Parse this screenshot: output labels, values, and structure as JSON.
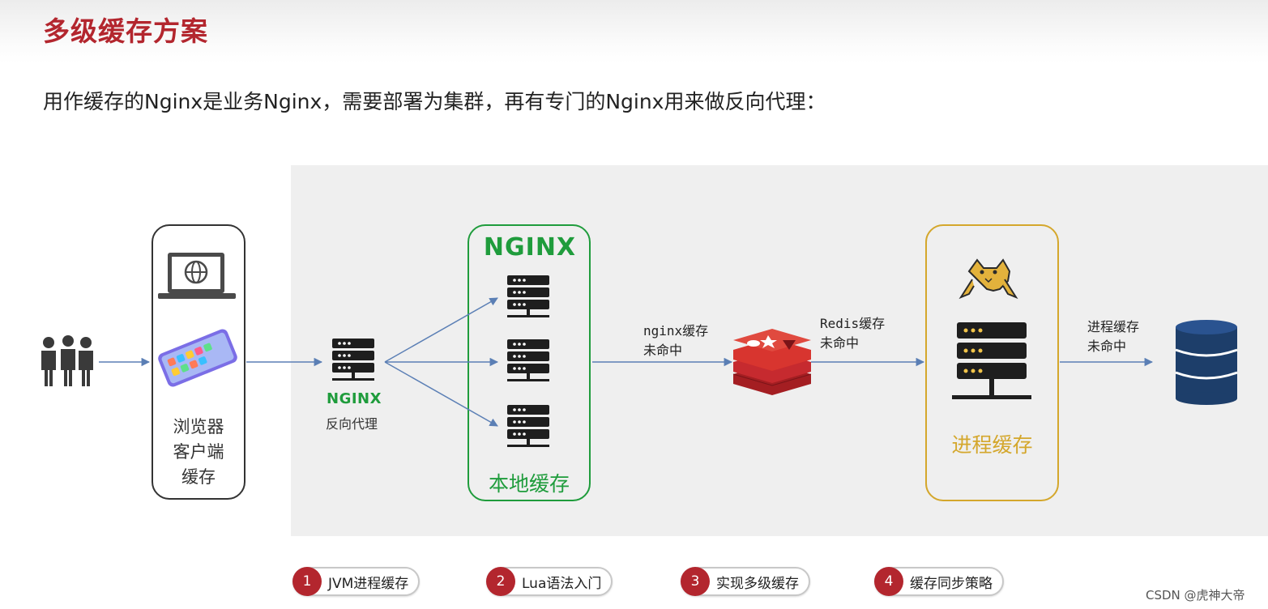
{
  "page": {
    "title": "多级缓存方案",
    "subtitle": "用作缓存的Nginx是业务Nginx，需要部署为集群，再有专门的Nginx用来做反向代理："
  },
  "diagram": {
    "browser_label": "浏览器\n客户端\n缓存",
    "proxy_logo": "NGINX",
    "proxy_label": "反向代理",
    "cluster_logo": "NGINX",
    "local_cache_label": "本地缓存",
    "edge_nginx_miss": "nginx缓存\n未命中",
    "edge_redis_miss": "Redis缓存\n未命中",
    "edge_process_miss": "进程缓存\n未命中",
    "process_cache_label": "进程缓存",
    "colors": {
      "title_red": "#b3262e",
      "nginx_green": "#1f9c3c",
      "tomcat_gold": "#d4a72c",
      "arrow_blue": "#5b7fb5",
      "db_navy": "#1d3e6a"
    },
    "icons": [
      "users-icon",
      "laptop-globe-icon",
      "phone-icon",
      "server-icon",
      "redis-icon",
      "tomcat-icon",
      "database-icon"
    ]
  },
  "tabs": [
    {
      "num": "1",
      "label": "JVM进程缓存"
    },
    {
      "num": "2",
      "label": "Lua语法入门"
    },
    {
      "num": "3",
      "label": "实现多级缓存"
    },
    {
      "num": "4",
      "label": "缓存同步策略"
    }
  ],
  "watermark": "CSDN @虎神大帝"
}
